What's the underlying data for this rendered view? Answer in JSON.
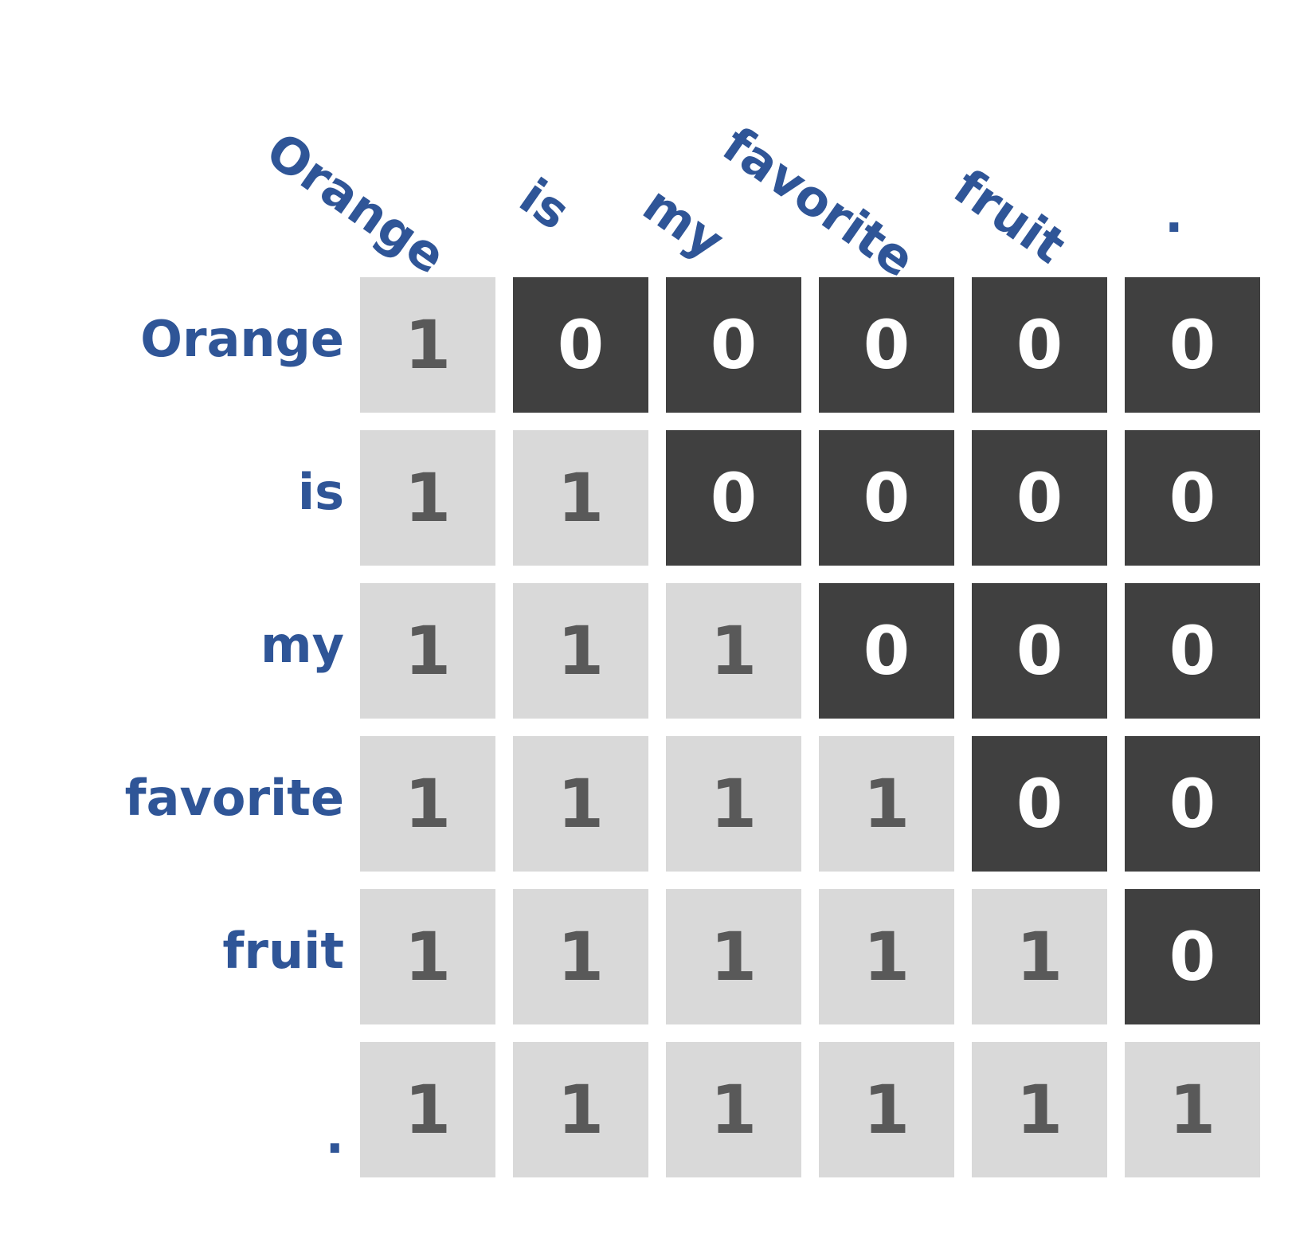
{
  "tokens": [
    "Orange",
    "is",
    "my",
    "favorite",
    "fruit",
    "."
  ],
  "matrix": [
    [
      1,
      0,
      0,
      0,
      0,
      0
    ],
    [
      1,
      1,
      0,
      0,
      0,
      0
    ],
    [
      1,
      1,
      1,
      0,
      0,
      0
    ],
    [
      1,
      1,
      1,
      1,
      0,
      0
    ],
    [
      1,
      1,
      1,
      1,
      1,
      0
    ],
    [
      1,
      1,
      1,
      1,
      1,
      1
    ]
  ],
  "colors": {
    "label": "#2f5597",
    "one_cell": "#d9d9d9",
    "one_text": "#595959",
    "zero_cell": "#404040",
    "zero_text": "#ffffff"
  }
}
